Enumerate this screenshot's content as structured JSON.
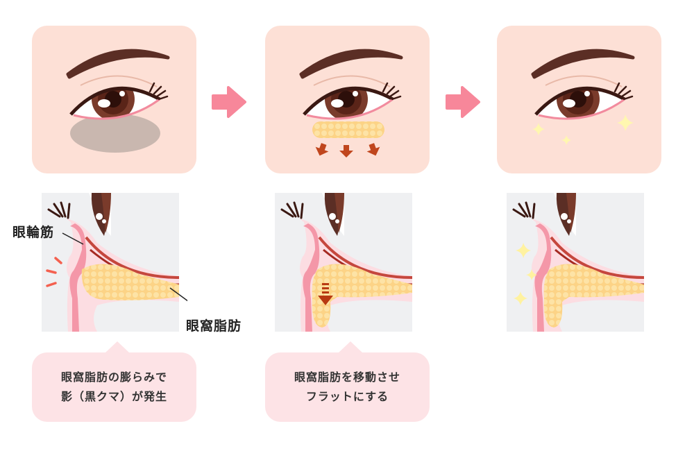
{
  "labels": {
    "orbicularis_muscle": "眼輪筋",
    "orbital_fat": "眼窩脂肪"
  },
  "captions": [
    {
      "line1": "眼窩脂肪の膨らみで",
      "line2": "影（黒クマ）が発生"
    },
    {
      "line1": "眼窩脂肪を移動させ",
      "line2": "フラットにする"
    }
  ],
  "colors": {
    "panel_bg": "#fde0d6",
    "arrow": "#f7879a",
    "caption_bg": "#fde3e6",
    "fat": "#fcd386",
    "skin": "#fcdde2",
    "muscle": "#f497a8"
  }
}
